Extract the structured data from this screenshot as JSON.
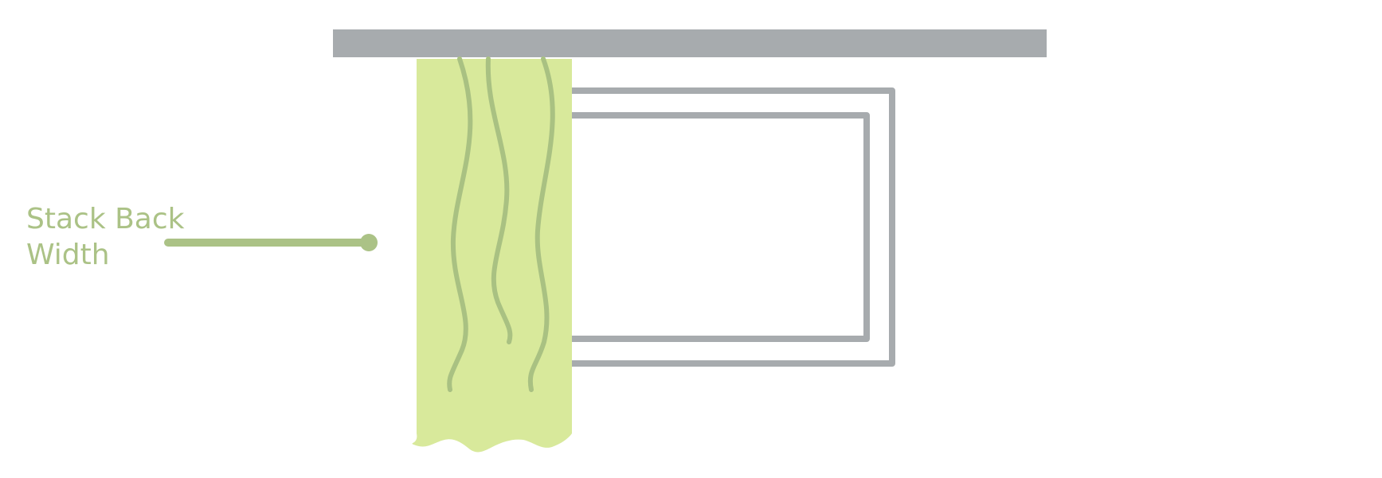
{
  "label": {
    "line1": "Stack Back",
    "line2": "Width"
  },
  "colors": {
    "rod": "#a7abae",
    "window_frame": "#a7abae",
    "curtain_fill": "#d8e99b",
    "curtain_folds": "#a9c182",
    "indicator": "#abc286",
    "background": "#ffffff"
  },
  "icons": {
    "indicator_endpoint": "dot"
  }
}
